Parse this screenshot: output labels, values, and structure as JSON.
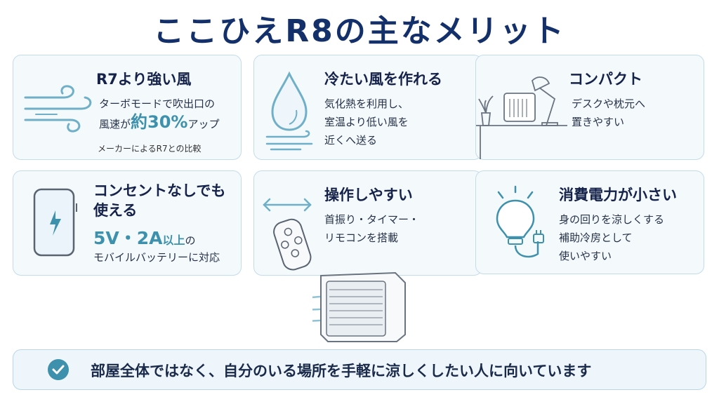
{
  "title": "ここひえR8の主なメリット",
  "cards": [
    {
      "title": "R7より強い風",
      "body_pre": "ターボモードで吹出口の\n風速が",
      "highlight": "約30%",
      "body_post": "アップ",
      "note": "メーカーによるR7との比較"
    },
    {
      "title": "冷たい風を作れる",
      "body": "気化熱を利用し、\n室温より低い風を\n近くへ送る"
    },
    {
      "title": "コンパクト",
      "body": "デスクや枕元へ\n置きやすい"
    },
    {
      "title": "コンセントなしでも\n使える",
      "highlight": "5V・2A",
      "highlight_suffix": "以上",
      "body_mid": "の",
      "body": "モバイルバッテリーに対応"
    },
    {
      "title": "操作しやすい",
      "body": "首振り・タイマー・\nリモコンを搭載"
    },
    {
      "title": "消費電力が小さい",
      "body": "身の回りを涼しくする\n補助冷房として\n使いやすい"
    }
  ],
  "footer": "部屋全体ではなく、自分のいる場所を手軽に涼しくしたい人に向いています",
  "colors": {
    "accent": "#3e91ac",
    "title": "#14306a",
    "card_border": "#c3dceb"
  }
}
